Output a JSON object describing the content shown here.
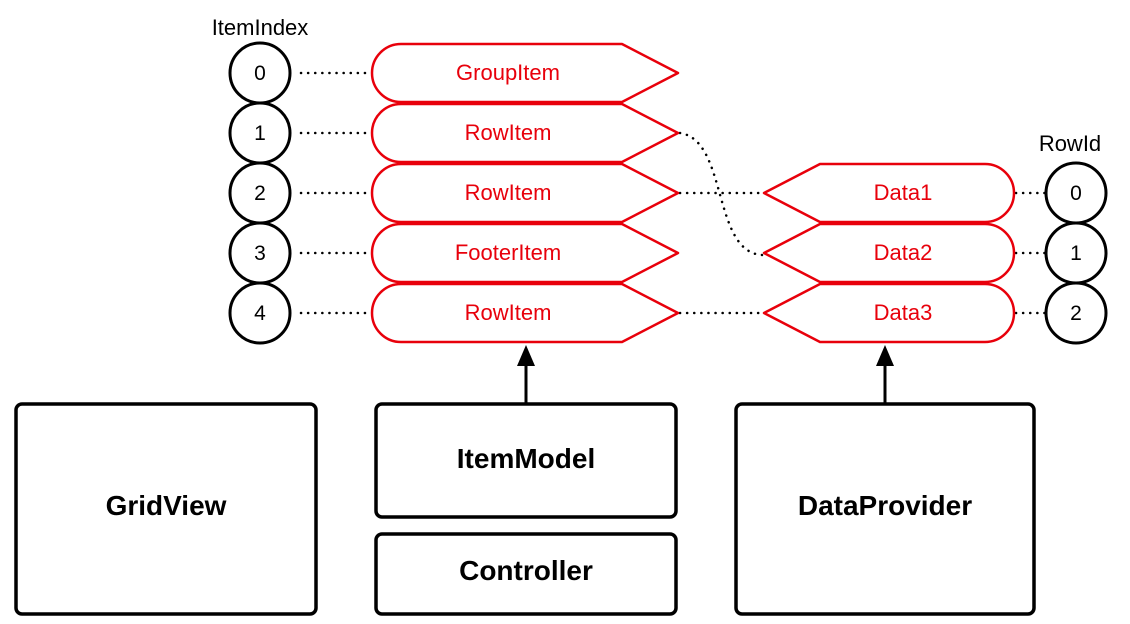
{
  "headers": {
    "item_index": "ItemIndex",
    "row_id": "RowId"
  },
  "item_indices": [
    "0",
    "1",
    "2",
    "3",
    "4"
  ],
  "items": [
    "GroupItem",
    "RowItem",
    "RowItem",
    "FooterItem",
    "RowItem"
  ],
  "data_items": [
    "Data1",
    "Data2",
    "Data3"
  ],
  "row_ids": [
    "0",
    "1",
    "2"
  ],
  "components": {
    "grid_view": "GridView",
    "item_model": "ItemModel",
    "controller": "Controller",
    "data_provider": "DataProvider"
  },
  "colors": {
    "accent_red": "#e8000b",
    "stroke_black": "#000000"
  }
}
